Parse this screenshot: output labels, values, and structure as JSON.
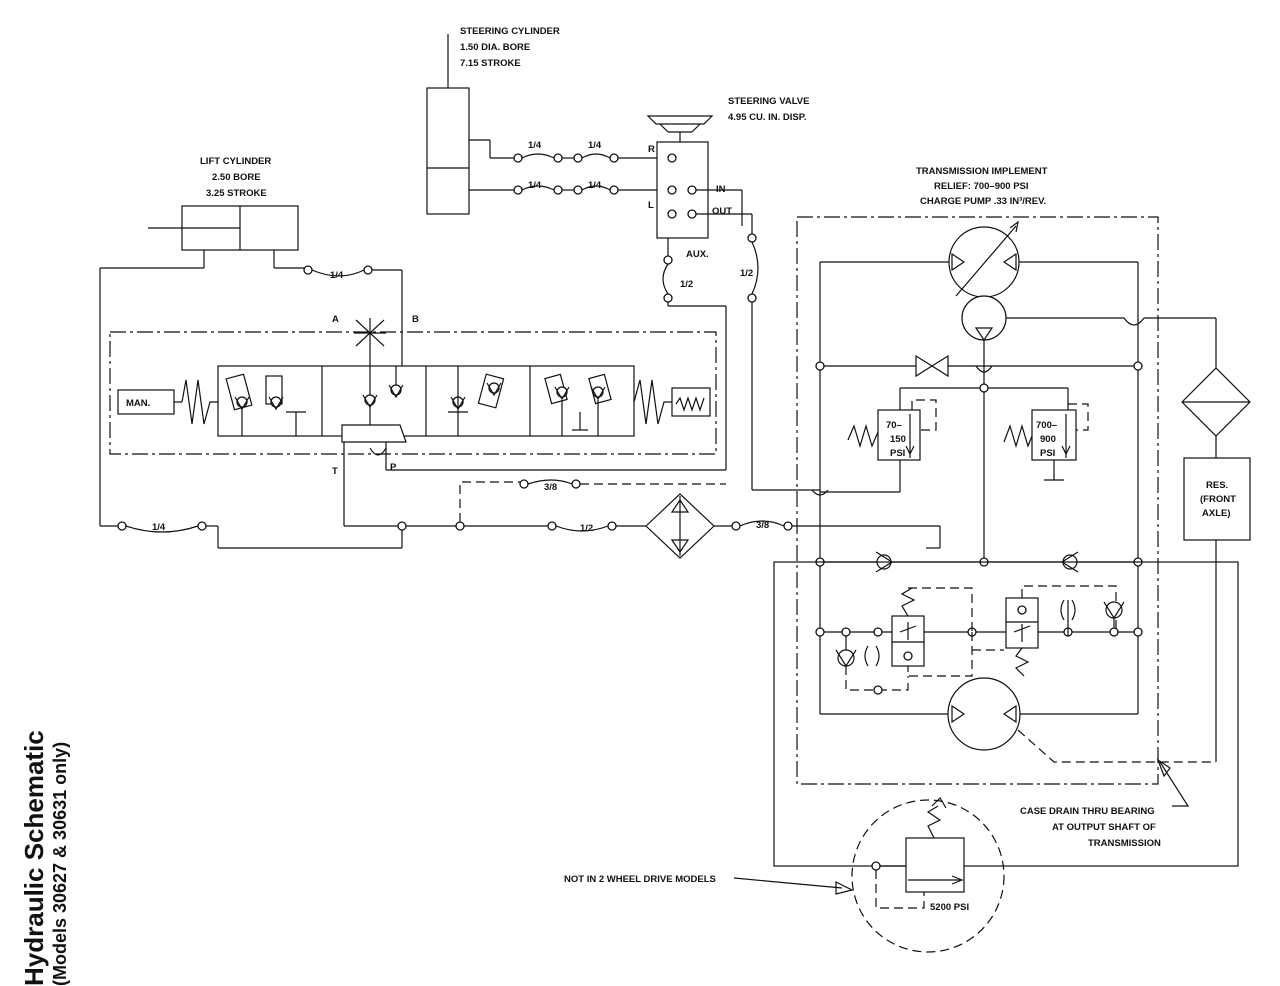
{
  "title": "Hydraulic Schematic",
  "subtitle": "(Models 30627 & 30631 only)",
  "components": {
    "steering_cylinder": [
      "STEERING CYLINDER",
      "1.50 DIA. BORE",
      "7.15 STROKE"
    ],
    "steering_valve": [
      "STEERING VALVE",
      "4.95 CU. IN. DISP."
    ],
    "lift_cylinder": [
      "LIFT CYLINDER",
      "2.50 BORE",
      "3.25 STROKE"
    ],
    "transmission": [
      "TRANSMISSION IMPLEMENT",
      "RELIEF: 700–900 PSI",
      "CHARGE PUMP .33 IN³/REV."
    ],
    "reservoir": [
      "RES.",
      "(FRONT",
      "AXLE)"
    ],
    "case_drain": [
      "CASE DRAIN THRU BEARING",
      "AT OUTPUT SHAFT OF",
      "TRANSMISSION"
    ],
    "not_in_2wd": "NOT IN 2 WHEEL DRIVE MODELS",
    "relief_low": [
      "70–",
      "150",
      "PSI"
    ],
    "relief_high": [
      "700–",
      "900",
      "PSI"
    ],
    "relief_4wd": "5200 PSI",
    "manual_label": "MAN."
  },
  "port_labels": {
    "r": "R",
    "l": "L",
    "in": "IN",
    "out": "OUT",
    "aux": "AUX.",
    "a": "A",
    "b": "B",
    "t": "T",
    "p": "P"
  },
  "hose_sizes": {
    "steer_top_1": "1/4",
    "steer_top_2": "1/4",
    "steer_bot_1": "1/4",
    "steer_bot_2": "1/4",
    "lift_rod": "1/4",
    "aux": "1/2",
    "out": "1/2",
    "dashed_return": "3/8",
    "main_return": "1/2",
    "to_trans": "3/8",
    "lift_base": "1/4"
  }
}
